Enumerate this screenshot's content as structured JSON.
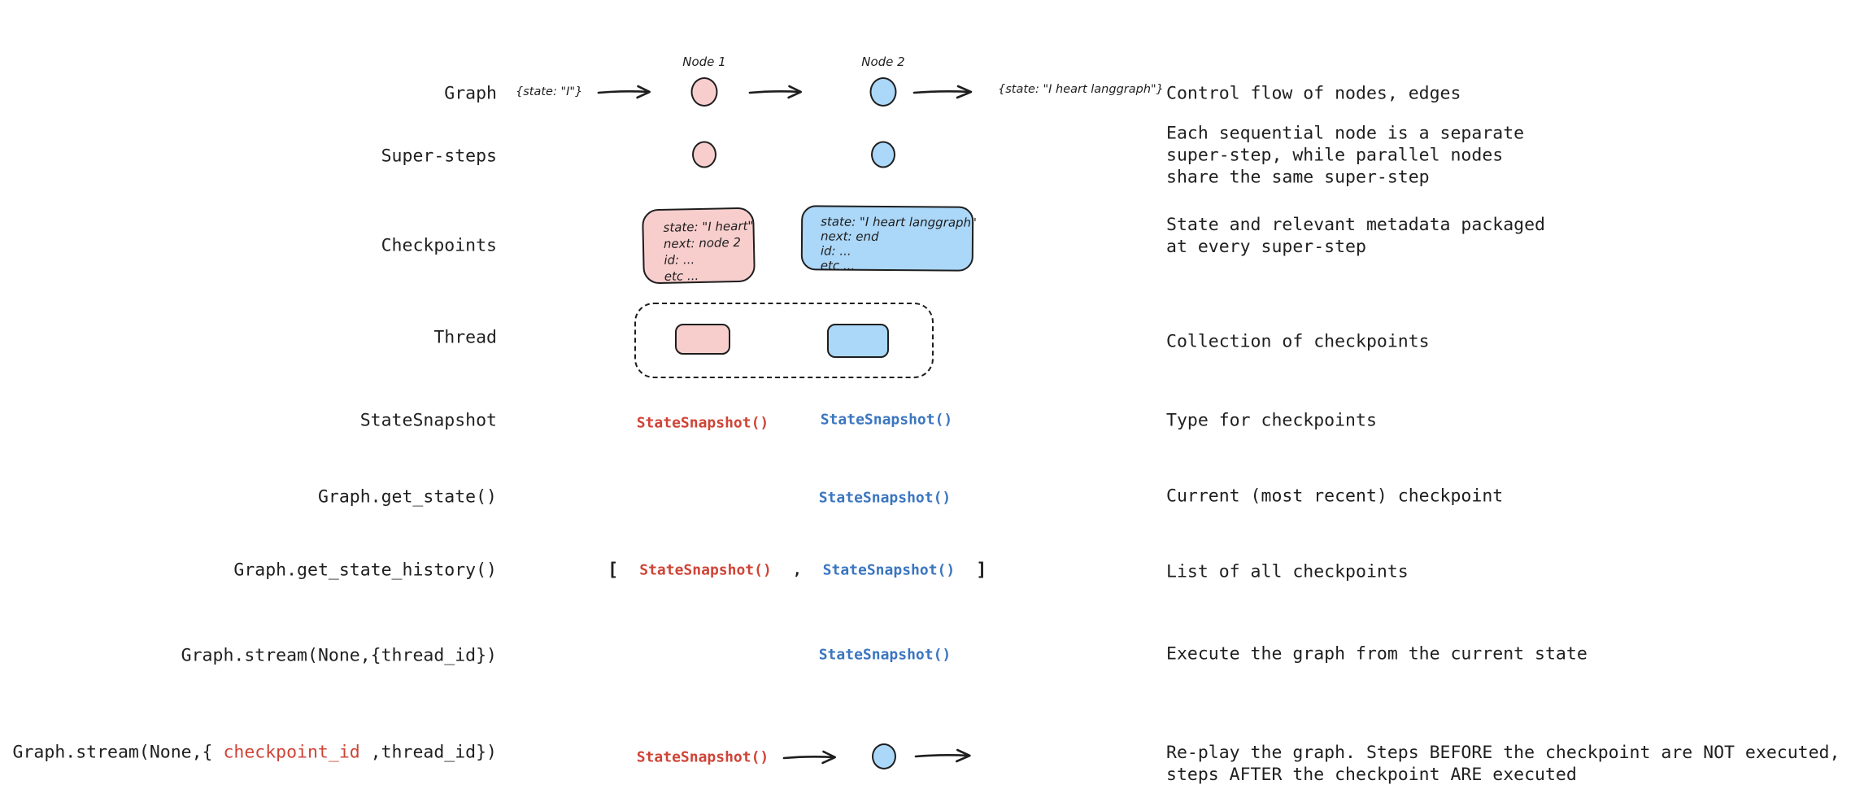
{
  "palette": {
    "node_pink": "#f8cecd",
    "node_blue": "#abd7f8",
    "code_red": "#cf4437",
    "code_blue": "#3b76c0",
    "ink": "#1e1e1e"
  },
  "rows": [
    {
      "id": "graph",
      "label": "Graph",
      "desc": "Control flow of nodes, edges"
    },
    {
      "id": "super-steps",
      "label": "Super-steps",
      "desc_lines": [
        "Each sequential node is a separate",
        "super-step, while parallel nodes",
        "share the same super-step"
      ]
    },
    {
      "id": "checkpoints",
      "label": "Checkpoints",
      "desc_lines": [
        "State and relevant metadata packaged",
        "at every super-step"
      ]
    },
    {
      "id": "thread",
      "label": "Thread",
      "desc": "Collection of checkpoints"
    },
    {
      "id": "statesnapshot",
      "label": "StateSnapshot",
      "desc": "Type for checkpoints"
    },
    {
      "id": "get-state",
      "label": "Graph.get_state()",
      "desc": "Current (most recent) checkpoint"
    },
    {
      "id": "get-state-history",
      "label": "Graph.get_state_history()",
      "desc": "List of all checkpoints"
    },
    {
      "id": "stream-thread",
      "label": "Graph.stream(None,{thread_id})",
      "desc": "Execute the graph from the current state"
    },
    {
      "id": "stream-checkpoint",
      "label_prefix": "Graph.stream(None,{ ",
      "label_red": "checkpoint_id",
      "label_suffix": " ,thread_id})",
      "desc_lines": [
        "Re-play the graph. Steps BEFORE the checkpoint are NOT executed,",
        "steps AFTER the checkpoint ARE executed"
      ]
    }
  ],
  "graph_row": {
    "input_state": "{state: \"I\"}",
    "node1_label": "Node 1",
    "node2_label": "Node 2",
    "output_state": "{state: \"I heart langgraph\"}"
  },
  "checkpoint_boxes": {
    "pink_lines": [
      "state: \"I heart\"",
      "next: node 2",
      "id: ...",
      "etc ..."
    ],
    "blue_lines": [
      "state: \"I heart langgraph\"",
      "next: end",
      "id: ...",
      "etc ..."
    ]
  },
  "snapshot_call": "StateSnapshot()",
  "list_tokens": {
    "open": "[",
    "comma": ",",
    "close": "]"
  }
}
